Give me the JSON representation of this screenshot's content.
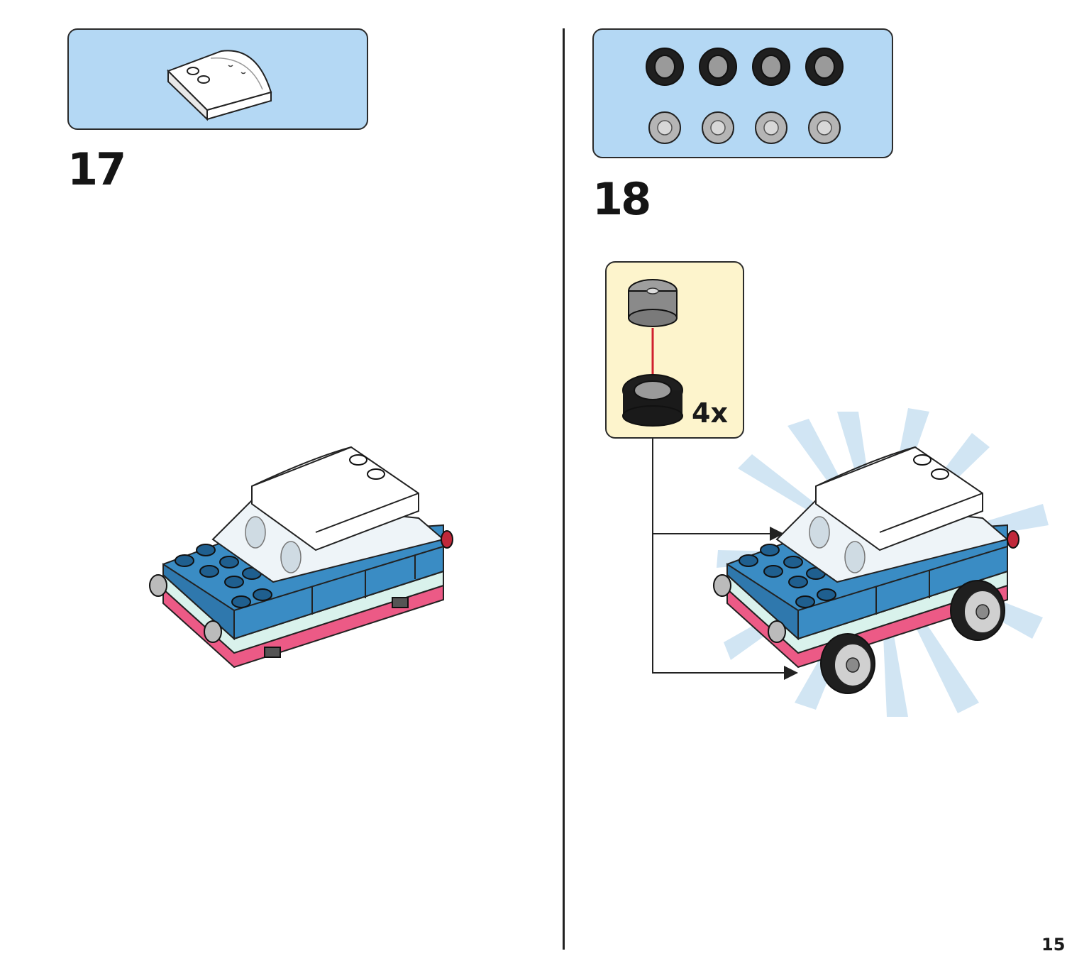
{
  "steps": [
    {
      "number": "17"
    },
    {
      "number": "18"
    }
  ],
  "callout": {
    "quantity": "4x"
  },
  "page_number": "15",
  "colors": {
    "parts_box": "#b4d8f4",
    "callout_box": "#fdf4cc",
    "brick_blue": "#3a8cc4",
    "brick_pink": "#ec5a86",
    "brick_mint": "#d9f2ec",
    "arrow_red": "#d0202e"
  }
}
